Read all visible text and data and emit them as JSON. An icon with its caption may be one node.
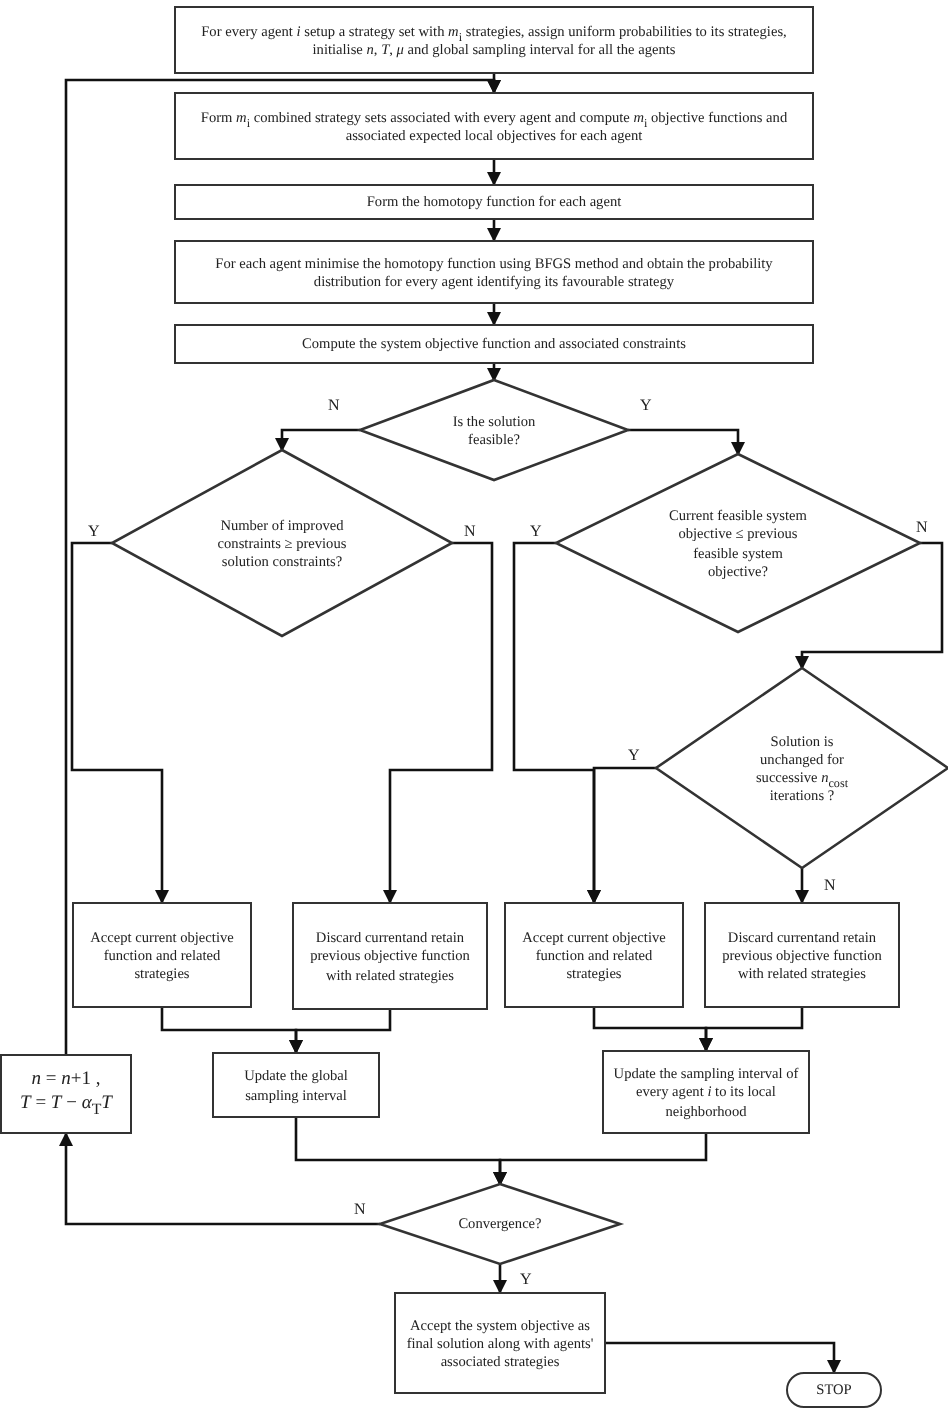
{
  "diagram": {
    "nodes": [
      {
        "text": [
          "For every agent *i* setup a strategy set with *m*$_{i}$ strategies, assign uniform probabilities to its strategies, initialise *n*, *T*, *μ* and global sampling interval for all the agents"
        ]
      },
      {
        "text": [
          "Form *m*$_{i}$ combined strategy sets associated with every agent and compute *m*$_{i}$ objective functions and associated expected local objectives for each agent"
        ]
      },
      {
        "text": [
          "Form the homotopy function for each agent"
        ]
      },
      {
        "text": [
          "For each agent minimise the homotopy function using BFGS method and obtain the probability distribution for every agent identifying its favourable strategy"
        ]
      },
      {
        "text": [
          "Compute the system objective function and associated constraints"
        ]
      },
      {
        "text": [
          "Is the solution feasible?"
        ]
      },
      {
        "text": [
          "Number of improved constraints ≥ previous solution constraints?"
        ]
      },
      {
        "text": [
          "Current feasible system objective ≤ previous feasible system objective?"
        ]
      },
      {
        "text": [
          "Solution is unchanged for successive *n*$_{cost}$ iterations ?"
        ]
      },
      {
        "text": [
          "Accept current objective function and related strategies"
        ]
      },
      {
        "text": [
          "Discard currentand retain previous objective function with related strategies"
        ]
      },
      {
        "text": [
          "Accept current objective function and related strategies"
        ]
      },
      {
        "text": [
          "Discard currentand retain previous objective function with related strategies"
        ]
      },
      {
        "text": [
          "Update the global sampling interval"
        ]
      },
      {
        "text": [
          "Update the sampling interval of every agent *i* to its local neighborhood"
        ]
      },
      {
        "text": [
          "Convergence?"
        ]
      },
      {
        "text": [
          "*n* = *n*+1 ,",
          "*T* = *T* − *α*$_{T}$*T*"
        ]
      },
      {
        "text": [
          "Accept the system objective as final solution along with agents' associated strategies"
        ]
      },
      {
        "text": [
          "STOP"
        ]
      }
    ],
    "edges": [
      {
        "from": 0,
        "to": 1,
        "arrow": "to"
      },
      {
        "from": 1,
        "to": 2,
        "arrow": "to"
      },
      {
        "from": 2,
        "to": 3,
        "arrow": "to"
      },
      {
        "from": 3,
        "to": 4,
        "arrow": "to"
      },
      {
        "from": 4,
        "to": 5,
        "arrow": "to"
      },
      {
        "from": 5,
        "to": 6,
        "arrow": "to",
        "label": "N"
      },
      {
        "from": 5,
        "to": 7,
        "arrow": "to",
        "label": "Y"
      },
      {
        "from": 6,
        "to": 9,
        "arrow": "to",
        "label": "Y"
      },
      {
        "from": 6,
        "to": 10,
        "arrow": "to",
        "label": "N"
      },
      {
        "from": 7,
        "to": 11,
        "arrow": "to",
        "label": "Y"
      },
      {
        "from": 7,
        "to": 8,
        "arrow": "to",
        "label": "N"
      },
      {
        "from": 8,
        "to": 11,
        "arrow": "to",
        "label": "Y"
      },
      {
        "from": 8,
        "to": 12,
        "arrow": "to",
        "label": "N"
      },
      {
        "from": 9,
        "to": 13,
        "arrow": "to"
      },
      {
        "from": 10,
        "to": 13,
        "arrow": "to"
      },
      {
        "from": 11,
        "to": 14,
        "arrow": "to"
      },
      {
        "from": 12,
        "to": 14,
        "arrow": "to"
      },
      {
        "from": 13,
        "to": 15,
        "arrow": "to"
      },
      {
        "from": 14,
        "to": 15,
        "arrow": "to"
      },
      {
        "from": 15,
        "to": 16,
        "arrow": "to",
        "label": "N"
      },
      {
        "from": 16,
        "to": 1,
        "arrow": "to"
      },
      {
        "from": 15,
        "to": 17,
        "arrow": "to",
        "label": "Y"
      },
      {
        "from": 17,
        "to": 18,
        "arrow": "to"
      }
    ]
  }
}
